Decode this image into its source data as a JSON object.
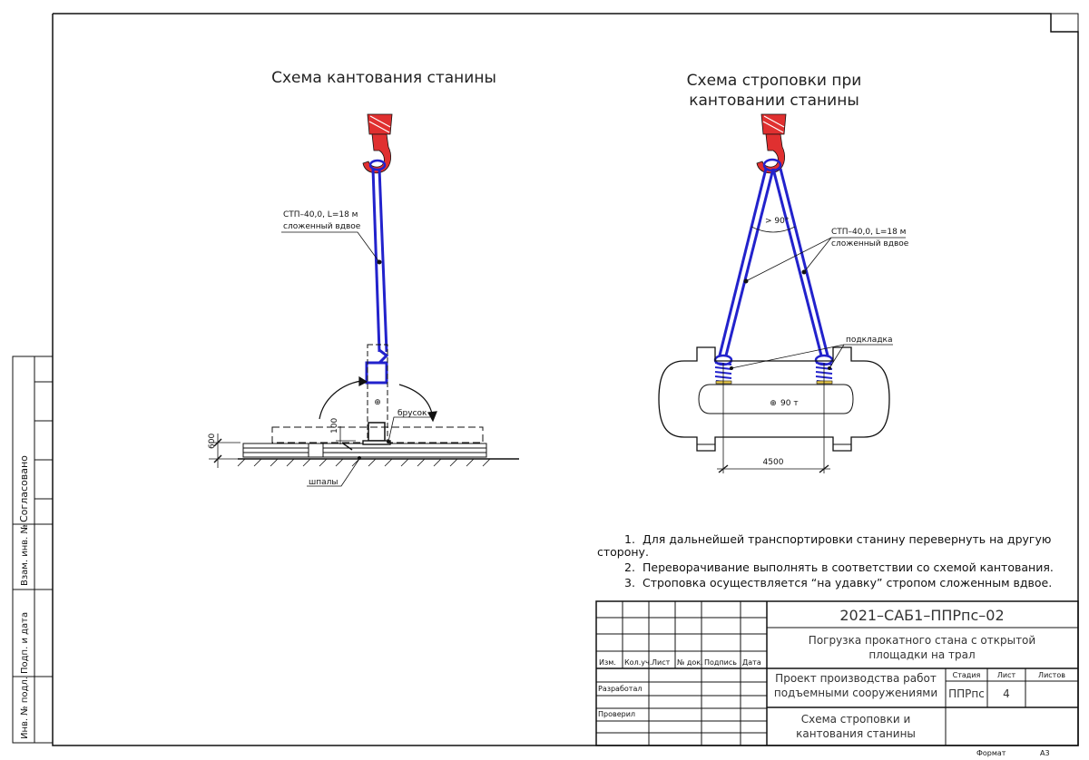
{
  "titles": {
    "tilt_scheme": "Схема кантования станины",
    "sling_scheme_l1": "Схема строповки при",
    "sling_scheme_l2": "кантовании станины"
  },
  "labels": {
    "sling_l1": "СТП–40,0, L=18 м",
    "sling_l2": "сложенный вдвое",
    "sling2_l1": "СТП–40,0, L=18 м",
    "sling2_l2": "сложенный вдвое",
    "brusok": "брусок",
    "shpaly": "шпалы",
    "podkladka": "подкладка",
    "angle": "> 90°",
    "mass": "90 т",
    "dim_600": "600",
    "dim_100": "100",
    "dim_4500": "4500"
  },
  "notes": [
    {
      "num": "1.",
      "line1": "Для дальнейшей транспортировки станину перевернуть на другую",
      "line2": "сторону."
    },
    {
      "num": "2.",
      "line1": "Переворачивание выполнять в соответствии со схемой кантования."
    },
    {
      "num": "3.",
      "line1": "Строповка осуществляется “на удавку” стропом сложенным вдвое."
    }
  ],
  "side_stamp": {
    "soglasovano": "Согласовано",
    "vzam": "Взам. инв. №",
    "podp": "Подп. и дата",
    "inv": "Инв. № подл."
  },
  "title_block": {
    "code": "2021–САБ1–ППРпс–02",
    "project_title_l1": "Погрузка прокатного стана с открытой",
    "project_title_l2": "площадки на трал",
    "col_izm": "Изм.",
    "col_koluch": "Кол.уч.",
    "col_list": "Лист",
    "col_ndok": "№ док.",
    "col_podpis": "Подпись",
    "col_data": "Дата",
    "razrabotal": "Разработал",
    "proveril": "Проверил",
    "section_l1": "Проект производства работ",
    "section_l2": "подъемными сооружениями",
    "stadiya_h": "Стадия",
    "list_h": "Лист",
    "listov_h": "Листов",
    "stadiya": "ППРпс",
    "list": "4",
    "listov": "",
    "sheet_l1": "Схема строповки и",
    "sheet_l2": "кантования станины"
  },
  "format": {
    "label": "Формат",
    "value": "А3"
  },
  "colors": {
    "sling": "#2222cc",
    "hook": "#e03030",
    "hatch": "#ffffff",
    "line": "#111111"
  }
}
